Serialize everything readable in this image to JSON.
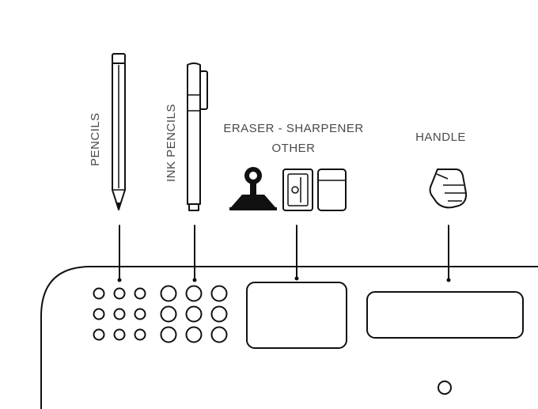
{
  "labels": {
    "pencils": "PENCILS",
    "ink_pencils": "INK PENCILS",
    "eraser_line1": "ERASER - SHARPENER",
    "eraser_line2": "OTHER",
    "handle": "HANDLE"
  },
  "holes": {
    "small_grid": {
      "rows": 3,
      "cols": 3
    },
    "large_grid": {
      "rows": 3,
      "cols": 3
    }
  },
  "colors": {
    "stroke": "#111111",
    "label": "#4a4a4a",
    "background": "#ffffff"
  },
  "icons": [
    "pencil-icon",
    "ink-pen-icon",
    "bulldog-clip-icon",
    "sharpener-icon",
    "eraser-icon",
    "fist-handle-icon"
  ]
}
